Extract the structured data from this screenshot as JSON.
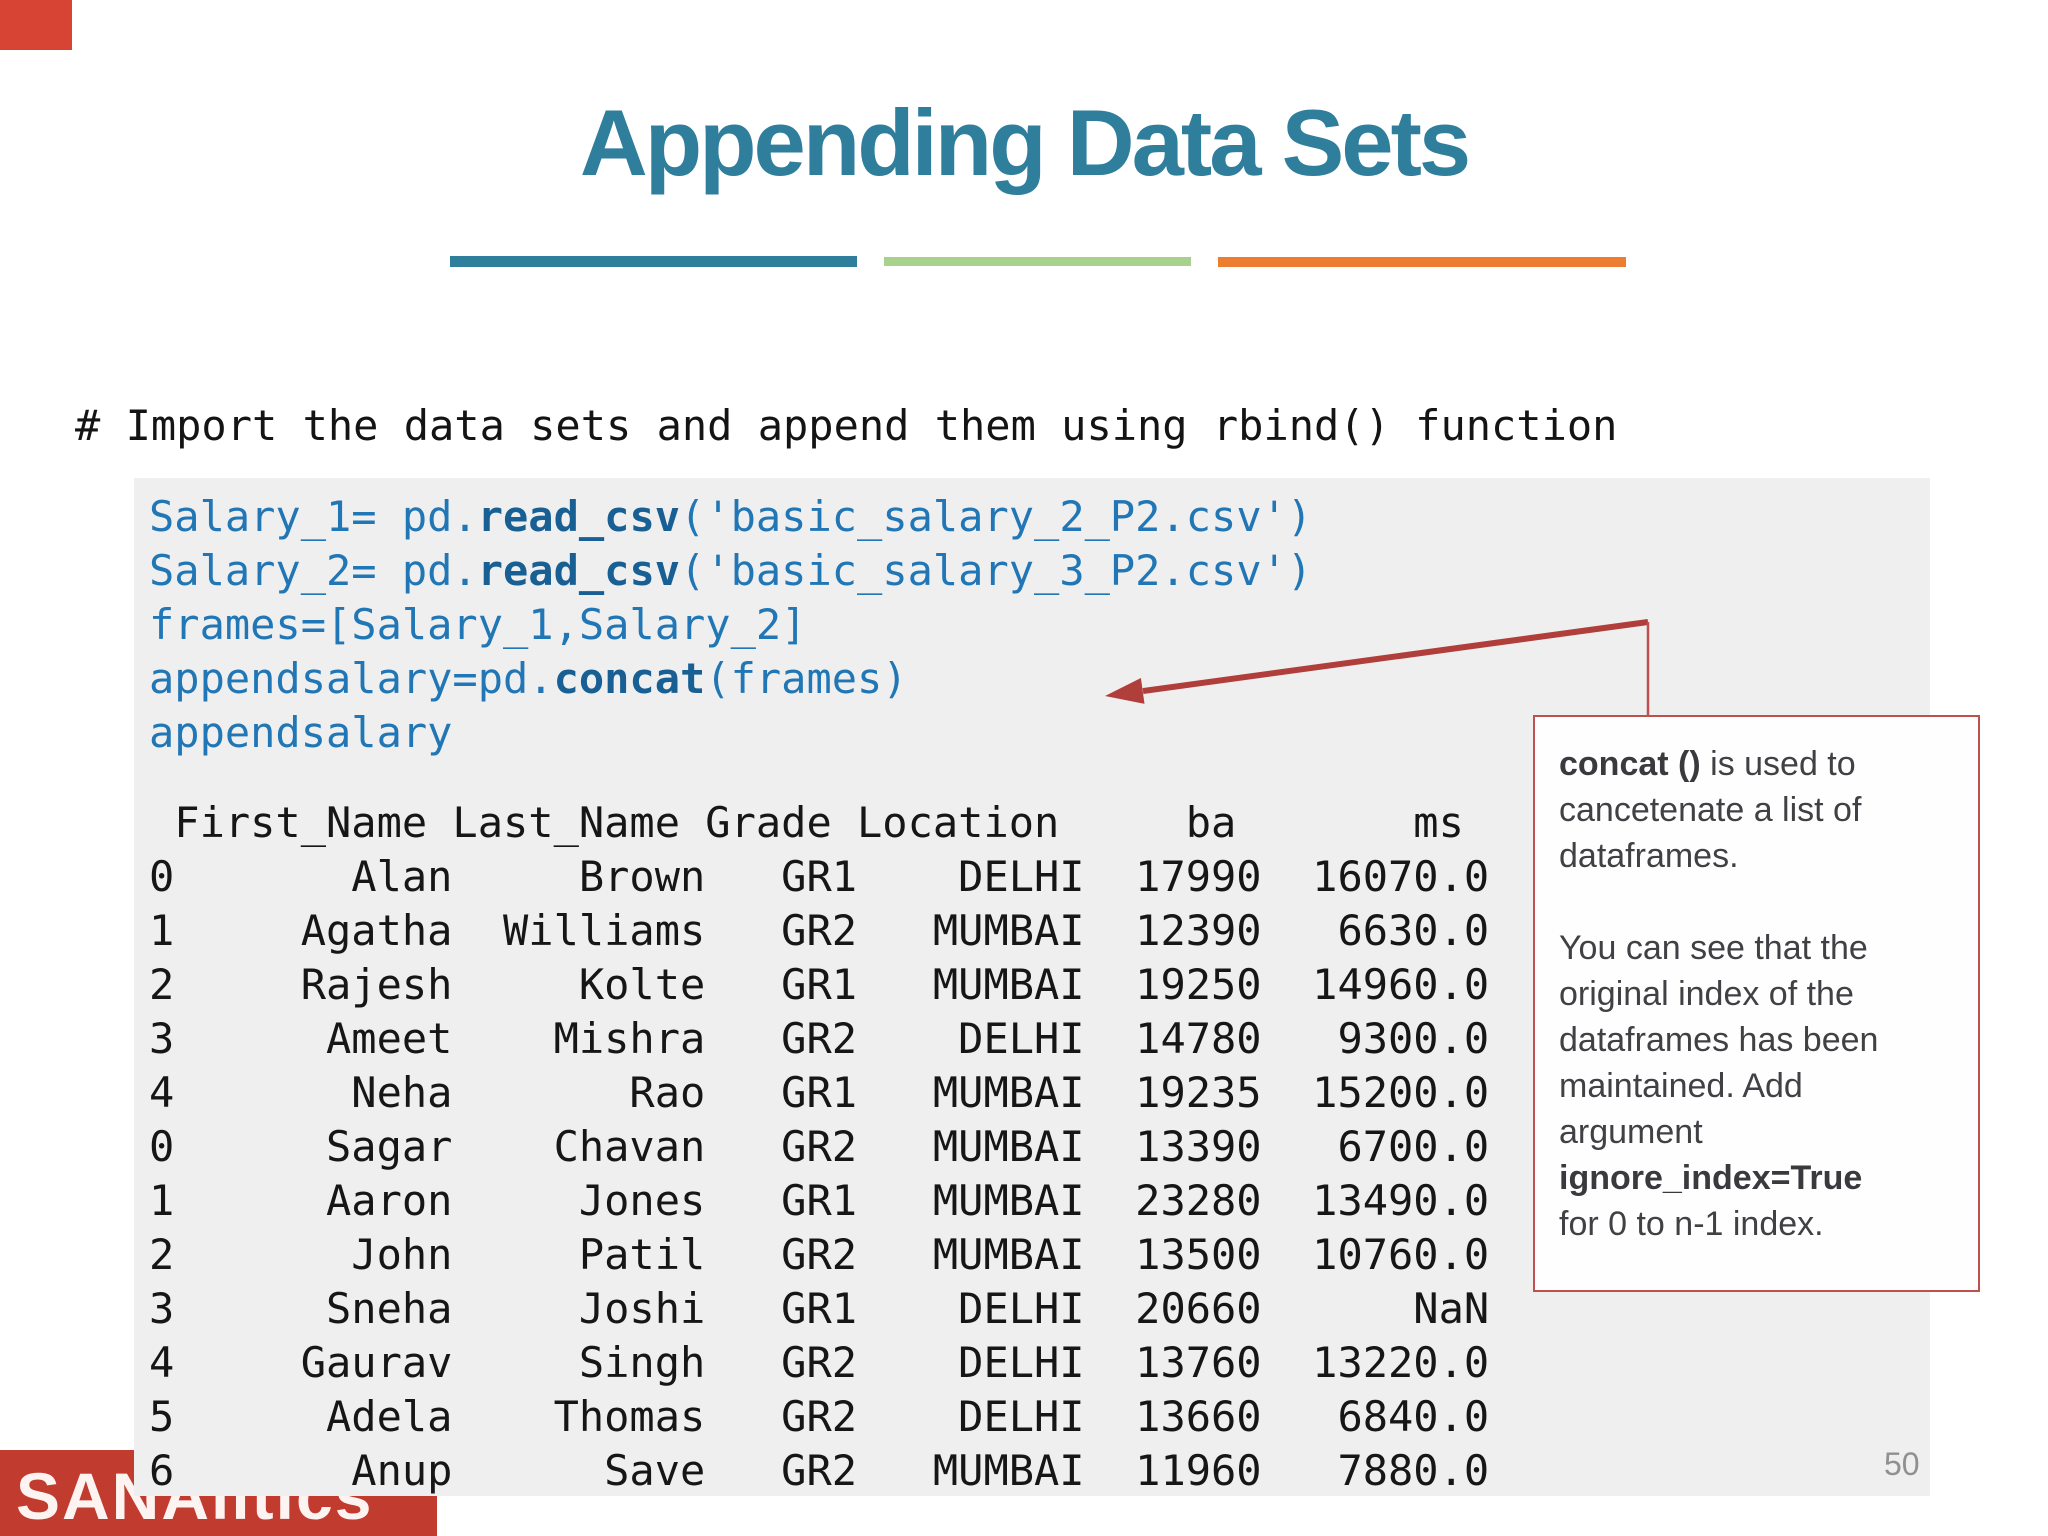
{
  "slide": {
    "title": "Appending Data Sets",
    "comment": "# Import the data sets and append them using rbind() function",
    "page_number": "50",
    "logo_text": "SANAlitics",
    "colors": {
      "title": "#2e7e9c",
      "bar_teal": "#2e7e9c",
      "bar_green": "#a9d18e",
      "bar_orange": "#ed7d31",
      "panel_bg": "#efeff0",
      "code_blue": "#2176b5",
      "code_blue_bold": "#185f94",
      "callout_border": "#c0504d",
      "callout_text": "#414145",
      "arrow_red": "#b03e3a",
      "logo_red": "#c23b2f",
      "accent_red": "#d84434",
      "page_gray": "#909090"
    }
  },
  "code": {
    "lines": [
      {
        "pre": "Salary_1= pd.",
        "bold": "read_csv",
        "post": "('basic_salary_2_P2.csv')"
      },
      {
        "pre": "Salary_2= pd.",
        "bold": "read_csv",
        "post": "('basic_salary_3_P2.csv')"
      },
      {
        "pre": "frames=[Salary_1,Salary_2]",
        "bold": "",
        "post": ""
      },
      {
        "pre": "appendsalary=pd.",
        "bold": "concat",
        "post": "(frames)"
      },
      {
        "pre": "appendsalary",
        "bold": "",
        "post": ""
      }
    ]
  },
  "table": {
    "header": " First_Name Last_Name Grade Location     ba       ms",
    "rows": [
      "0       Alan     Brown   GR1    DELHI  17990  16070.0",
      "1     Agatha  Williams   GR2   MUMBAI  12390   6630.0",
      "2     Rajesh     Kolte   GR1   MUMBAI  19250  14960.0",
      "3      Ameet    Mishra   GR2    DELHI  14780   9300.0",
      "4       Neha       Rao   GR1   MUMBAI  19235  15200.0",
      "0      Sagar    Chavan   GR2   MUMBAI  13390   6700.0",
      "1      Aaron     Jones   GR1   MUMBAI  23280  13490.0",
      "2       John     Patil   GR2   MUMBAI  13500  10760.0",
      "3      Sneha     Joshi   GR1    DELHI  20660      NaN",
      "4     Gaurav     Singh   GR2    DELHI  13760  13220.0",
      "5      Adela    Thomas   GR2    DELHI  13660   6840.0",
      "6       Anup      Save   GR2   MUMBAI  11960   7880.0"
    ]
  },
  "callout": {
    "p1_bold": "concat ()",
    "p1_rest": " is used to\ncancetenate a list of\ndataframes.",
    "p2_rest1": "You can see that the\noriginal index of the\ndataframes has been\nmaintained. Add\nargument\n",
    "p2_bold": "ignore_index=True",
    "p2_rest2": "\nfor 0 to n-1 index."
  }
}
